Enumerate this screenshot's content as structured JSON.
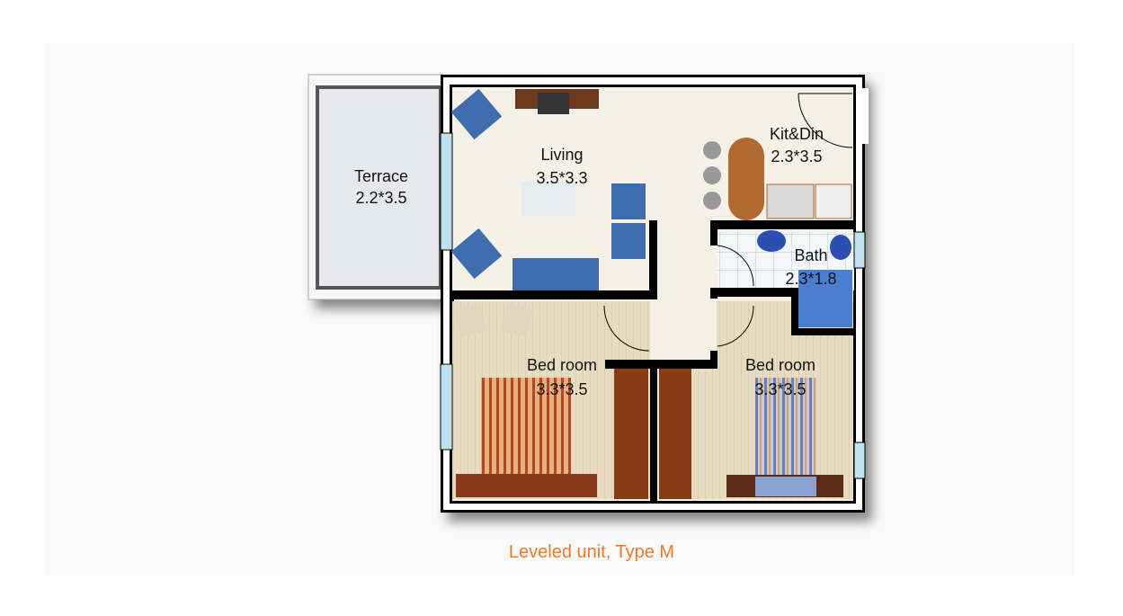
{
  "plan": {
    "rooms": [
      {
        "name": "Terrace",
        "size": "2.2*3.5"
      },
      {
        "name": "Living",
        "size": "3.5*3.3"
      },
      {
        "name": "Kit&Din",
        "size": "2.3*3.5"
      },
      {
        "name": "Bath",
        "size": "2.3*1.8"
      },
      {
        "name": "Bed room",
        "size": "3.3*3.5"
      },
      {
        "name": "Bed room",
        "size": "3.3*3.5"
      }
    ],
    "caption": "Leveled unit, Type M"
  },
  "colors": {
    "wall": "#000000",
    "floor": "#f5f1e6",
    "wood_floor": "#e6d9bd",
    "furniture_blue": "#3f6db0",
    "caption": "#f07a2c",
    "window": "#bfe0ee"
  }
}
